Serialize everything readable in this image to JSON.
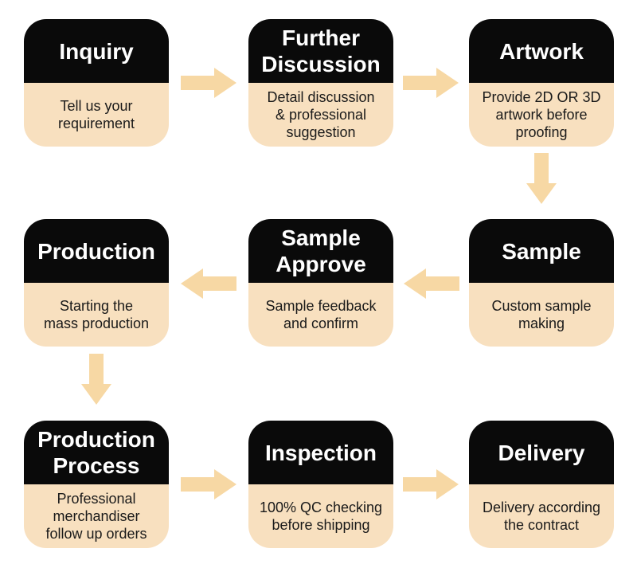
{
  "colors": {
    "page_bg": "#ffffff",
    "card_top_bg": "#0a0a0a",
    "card_bottom_bg": "#f8e0bf",
    "arrow_fill": "#f7d8a4",
    "title_color": "#ffffff",
    "description_color": "#1a1a1a"
  },
  "flow": {
    "steps": [
      {
        "id": "inquiry",
        "title": "Inquiry",
        "description": "Tell us your\nrequirement"
      },
      {
        "id": "further-discussion",
        "title": "Further\nDiscussion",
        "description": "Detail discussion\n& professional\nsuggestion"
      },
      {
        "id": "artwork",
        "title": "Artwork",
        "description": "Provide 2D OR 3D\nartwork before\nproofing"
      },
      {
        "id": "sample",
        "title": "Sample",
        "description": "Custom sample\nmaking"
      },
      {
        "id": "sample-approve",
        "title": "Sample\nApprove",
        "description": "Sample feedback\nand confirm"
      },
      {
        "id": "production",
        "title": "Production",
        "description": "Starting the\nmass production"
      },
      {
        "id": "production-process",
        "title": "Production\nProcess",
        "description": "Professional\nmerchandiser\nfollow up orders"
      },
      {
        "id": "inspection",
        "title": "Inspection",
        "description": "100% QC checking\nbefore shipping"
      },
      {
        "id": "delivery",
        "title": "Delivery",
        "description": "Delivery according\nthe contract"
      }
    ]
  }
}
